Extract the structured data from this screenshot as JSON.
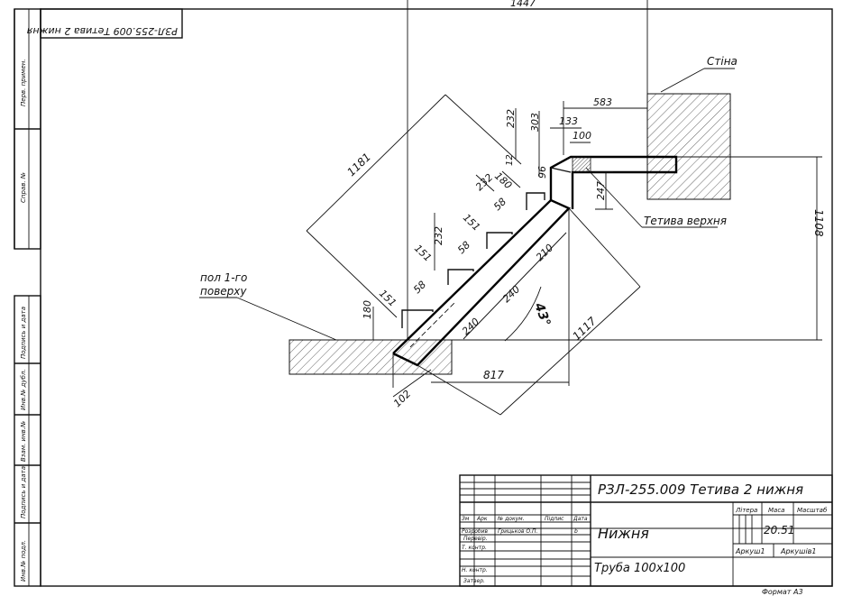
{
  "drawing": {
    "top_dimension": "1447",
    "stamp_code_mirrored": "РЗЛ-255.009 Тетива 2 нижня",
    "labels": {
      "wall": "Стіна",
      "upper_stringer": "Тетива верхня",
      "floor_line1": "пол 1-го",
      "floor_line2": "поверху"
    },
    "dimensions": {
      "d583": "583",
      "d133": "133",
      "d100": "100",
      "d303": "303",
      "d232a": "232",
      "d12": "12",
      "d96": "96",
      "d180a": "180",
      "d232b": "232",
      "d58a": "58",
      "d151a": "151",
      "d247": "247",
      "d1181": "1181",
      "d232c": "232",
      "d58b": "58",
      "d151b": "151",
      "d210": "210",
      "d58c": "58",
      "d240a": "240",
      "d151c": "151",
      "d180b": "180",
      "d240b": "240",
      "angle": "43°",
      "d1117": "1117",
      "d817": "817",
      "d102": "102",
      "d1108": "1108"
    }
  },
  "side_strip": {
    "rows": [
      "Перв. примен.",
      "Справ. №",
      "Подпись и дата",
      "Инв.№ дубл.",
      "Взам. инв.№",
      "Подпись и дата",
      "Инв.№ подл."
    ]
  },
  "title_block": {
    "designation": "РЗЛ-255.009 Тетива 2 нижня",
    "part_name": "Нижня",
    "material": "Труба 100х100",
    "col_headers": [
      "Зм",
      "Арк",
      "№ докум.",
      "Підпис",
      "Дата"
    ],
    "roles": [
      "Розробив",
      "Перевір.",
      "Т. контр.",
      "",
      "Н. контр.",
      "Затвер."
    ],
    "developer": "Грицьков О.П.",
    "developer_mark": "b",
    "litera_label": "Літера",
    "mass_label": "Маса",
    "scale_label": "Масштаб",
    "mass_value": "20.51",
    "sheet_label": "Аркуш1",
    "sheets_label": "Аркушів1"
  },
  "format_label": "Формат А3"
}
